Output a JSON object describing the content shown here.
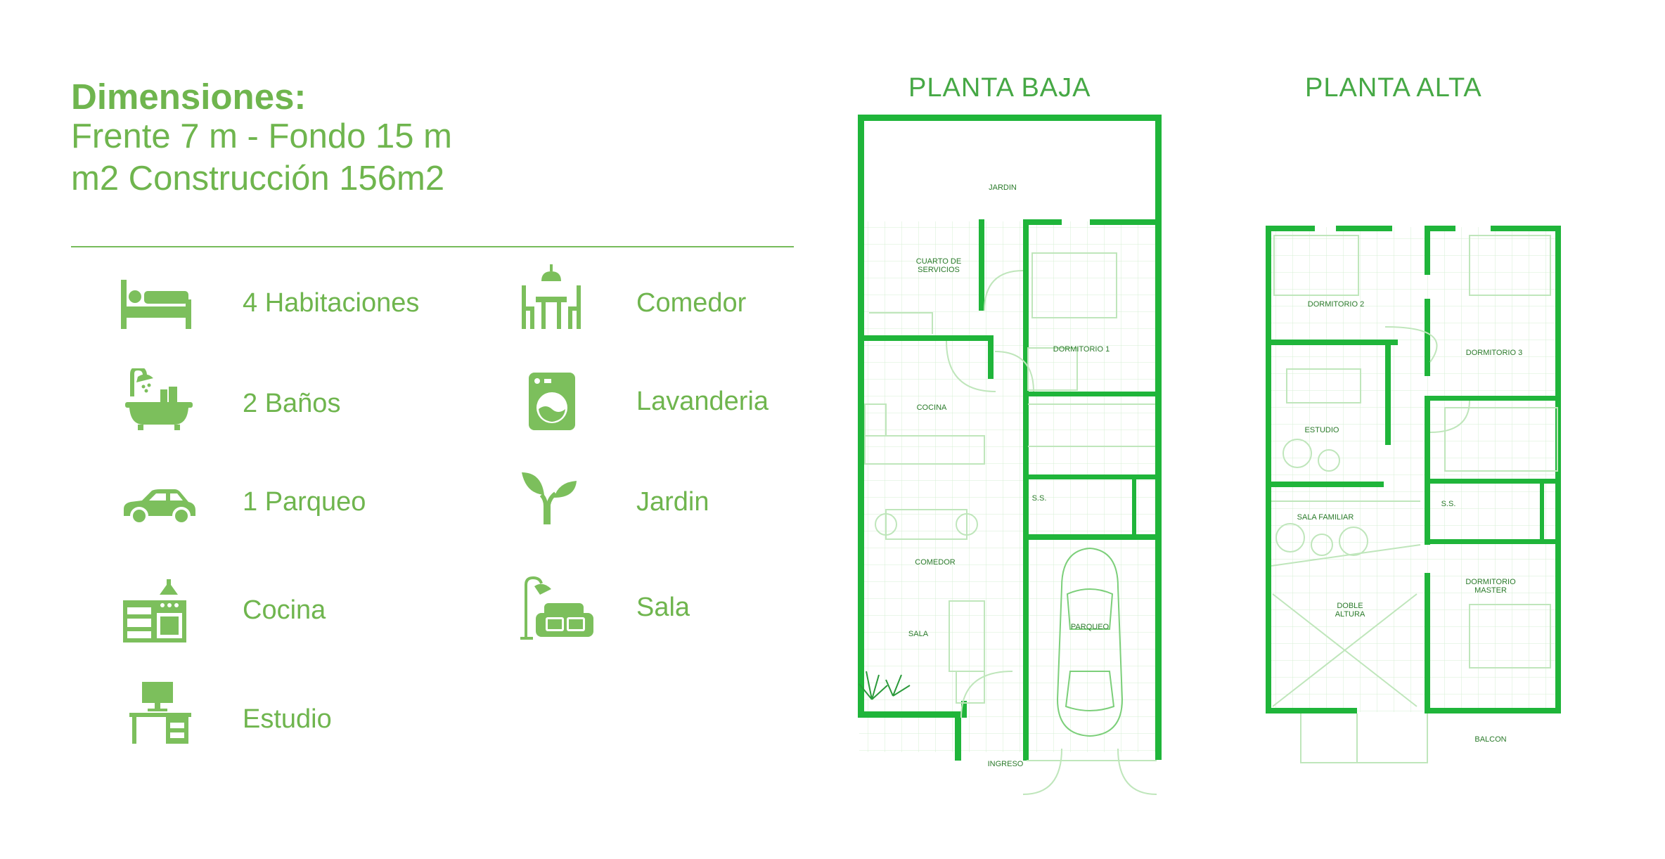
{
  "heading": {
    "title": "Dimensiones:",
    "line1": "Frente 7 m - Fondo 15 m",
    "line2": "m2 Construcción 156m2"
  },
  "features": {
    "habitaciones": "4 Habitaciones",
    "banos": "2 Baños",
    "parqueo": "1 Parqueo",
    "cocina": "Cocina",
    "estudio": "Estudio",
    "comedor": "Comedor",
    "lavanderia": "Lavanderia",
    "jardin": "Jardin",
    "sala": "Sala"
  },
  "plans": {
    "baja": {
      "title": "PLANTA BAJA",
      "rooms": {
        "jardin": "JARDIN",
        "cuarto_a": "CUARTO DE",
        "cuarto_b": "SERVICIOS",
        "dormitorio1": "DORMITORIO 1",
        "cocina": "COCINA",
        "ss": "S.S.",
        "comedor": "COMEDOR",
        "parqueo": "PARQUEO",
        "sala": "SALA",
        "ingreso": "INGRESO"
      }
    },
    "alta": {
      "title": "PLANTA ALTA",
      "rooms": {
        "dormitorio2": "DORMITORIO 2",
        "dormitorio3": "DORMITORIO 3",
        "estudio": "ESTUDIO",
        "ss": "S.S.",
        "sala_familiar": "SALA FAMILIAR",
        "doble_a": "DOBLE",
        "doble_b": "ALTURA",
        "master_a": "DORMITORIO",
        "master_b": "MASTER",
        "balcon": "BALCON"
      }
    }
  },
  "colors": {
    "text_green": "#6fb54e",
    "icon_green": "#7cbf5c",
    "wall_green": "#1fb53a",
    "grid_green": "#cfeccc"
  }
}
